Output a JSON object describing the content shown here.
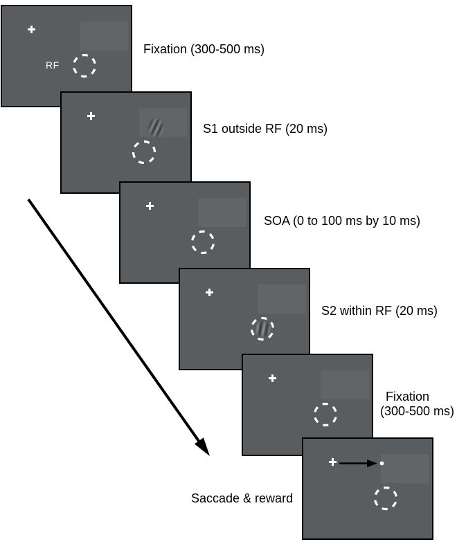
{
  "colors": {
    "screen_bg": "#595d60",
    "screen_border": "#000000",
    "stimulus": "#ffffff",
    "arrow": "#000000",
    "text": "#000000"
  },
  "panels": [
    {
      "id": "fixation-1",
      "caption": "Fixation (300-500 ms)",
      "rf_label": "RF"
    },
    {
      "id": "s1",
      "caption": "S1 outside RF (20 ms)"
    },
    {
      "id": "soa",
      "caption": "SOA (0 to 100 ms by 10 ms)"
    },
    {
      "id": "s2",
      "caption": "S2 within RF (20 ms)"
    },
    {
      "id": "fixation-2",
      "caption_line1": "Fixation",
      "caption_line2": "(300-500 ms)"
    },
    {
      "id": "saccade",
      "caption": "Saccade & reward"
    }
  ]
}
